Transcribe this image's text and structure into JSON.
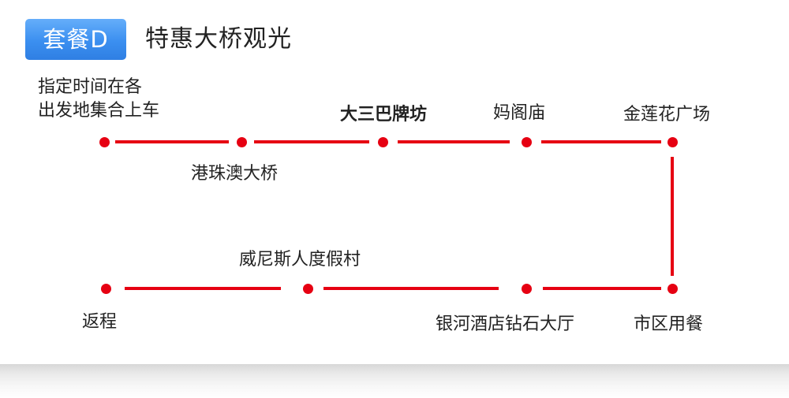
{
  "header": {
    "badge": "套餐D",
    "title": "特惠大桥观光"
  },
  "route": {
    "stops": [
      "指定时间在各\n出发地集合上车",
      "港珠澳大桥",
      "大三巴牌坊",
      "妈阁庙",
      "金莲花广场",
      "市区用餐",
      "银河酒店钻石大厅",
      "威尼斯人度假村",
      "返程"
    ]
  },
  "colors": {
    "route": "#e60012",
    "badge": "#3b8ff0"
  }
}
